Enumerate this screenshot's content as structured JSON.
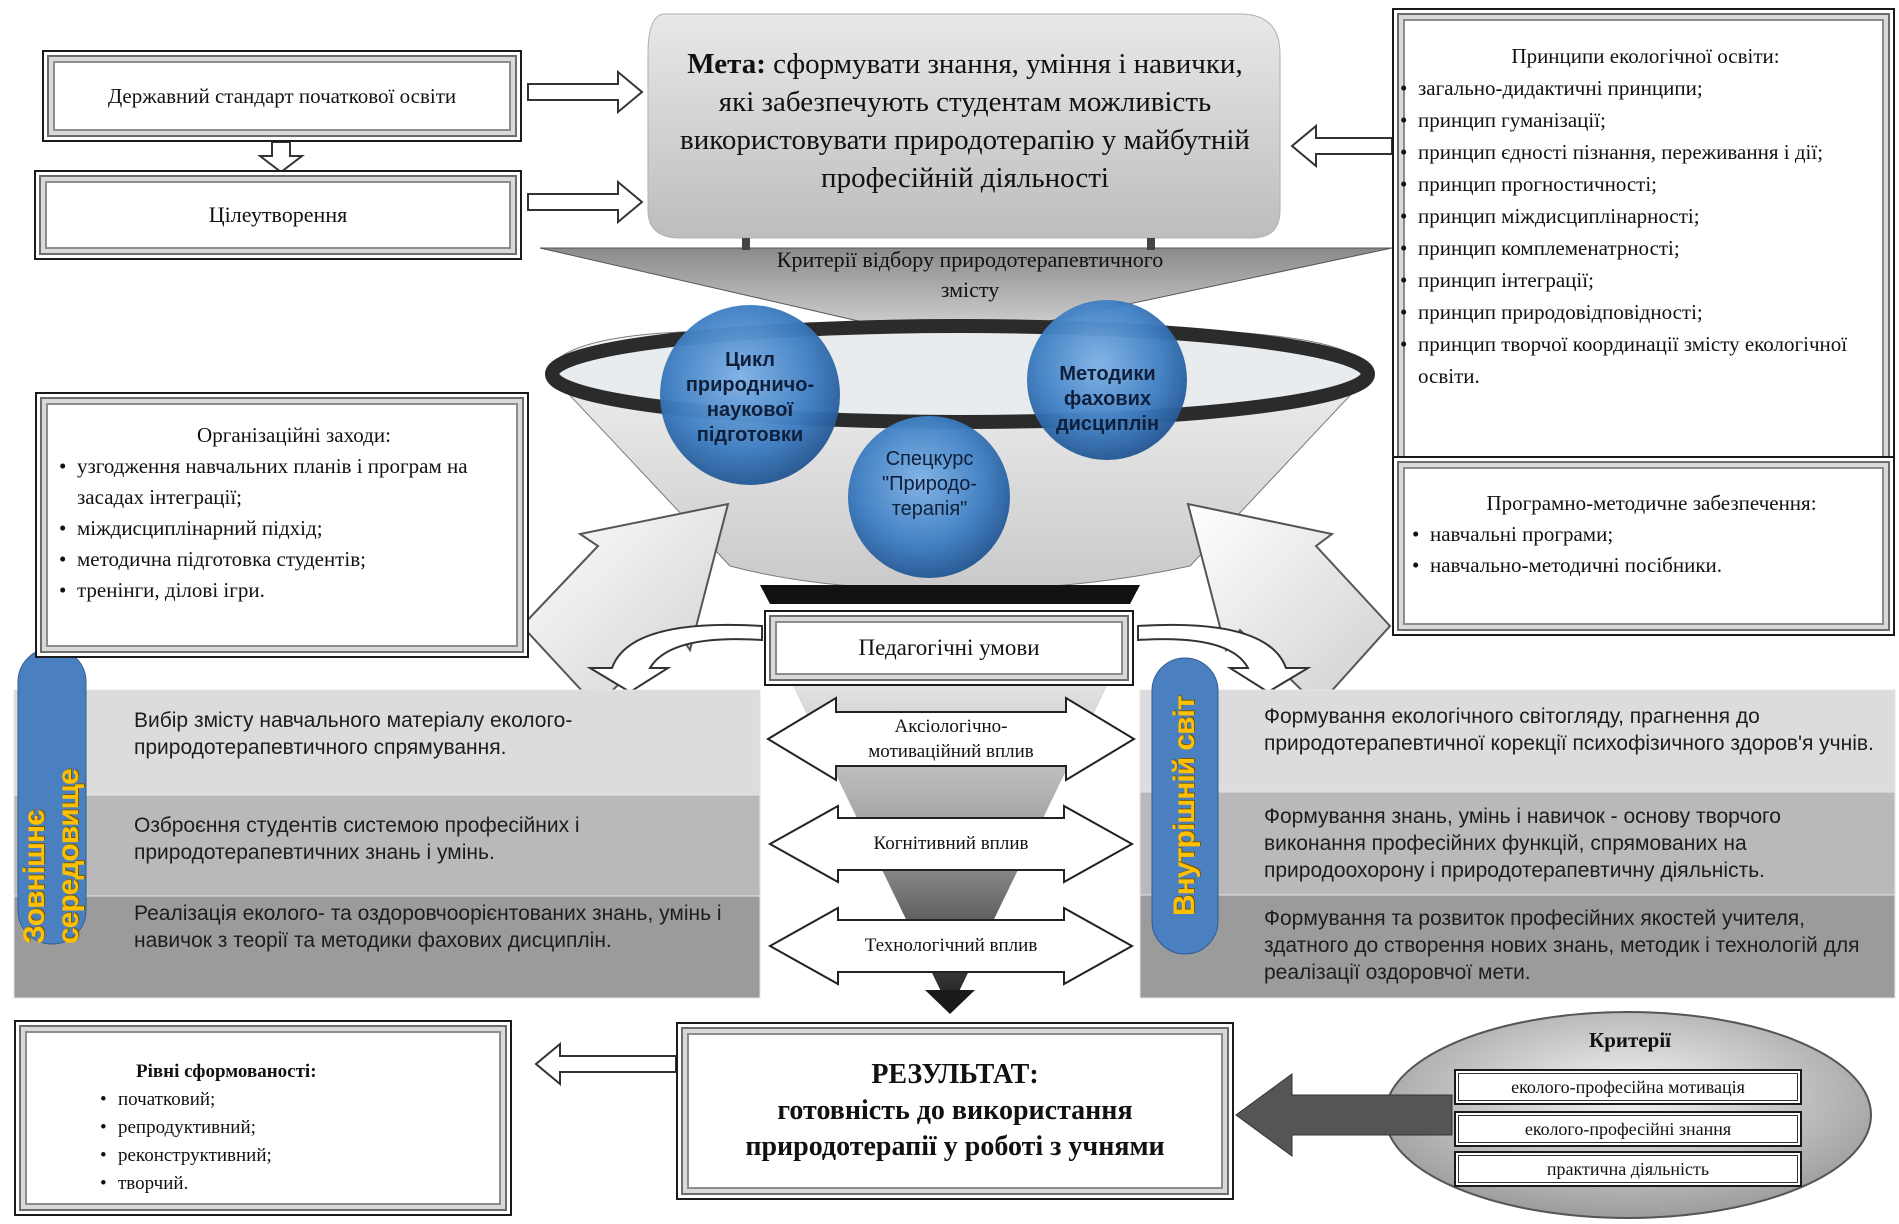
{
  "top_left": {
    "state_standard": "Державний стандарт початкової освіти",
    "goal_setting": "Цілеутворення"
  },
  "goal": {
    "label": "Мета:",
    "text": " сформувати знання, уміння і навички, які забезпечують студентам можливість використовувати природотерапію у майбутній професійній діяльності"
  },
  "criteria_selection": "Критерії відбору природотерапевтичного змісту",
  "principles": {
    "title": "Принципи екологічної освіти:",
    "items": [
      "загально-дидактичні принципи;",
      "принцип гуманізації;",
      "принцип єдності пізнання, переживання і дії;",
      "принцип прогностичності;",
      "принцип міждисциплінарності;",
      "принцип комплеменатрності;",
      "принцип інтеграції;",
      "принцип природовідповідності;",
      "принцип творчої координації змісту екологічної освіти."
    ]
  },
  "spheres": {
    "cycle": "Цикл природничо-наукової підготовки",
    "methods": "Методики фахових дисциплін",
    "special": "Спецкурс \"Природо-терапія\""
  },
  "org_measures": {
    "title": "Організаційні заходи:",
    "items": [
      "узгодження навчальних планів і програм на засадах інтеграції;",
      "міждисциплінарний підхід;",
      "методична підготовка студентів;",
      "тренінги, ділові ігри."
    ]
  },
  "program_support": {
    "title": "Програмно-методичне забезпечення:",
    "items": [
      "навчальні програми;",
      "навчально-методичні посібники."
    ]
  },
  "ped_conditions": "Педагогічні умови",
  "external": {
    "label": "Зовнішнє середовище",
    "items": [
      "Вибір змісту навчального матеріалу еколого-природотерапевтичного спрямування.",
      "Озброєння студентів системою професійних і природотерапевтичних знань і умінь.",
      "Реалізація еколого- та оздоровчоорієнтованих знань, умінь і навичок з теорії та методики фахових дисциплін."
    ]
  },
  "internal": {
    "label": "Внутрішній світ",
    "items": [
      "Формування екологічного світогляду, прагнення до природотерапевтичної корекції психофізичного здоров'я учнів.",
      "Формування знань, умінь і навичок - основу творчого виконання професійних функцій, спрямованих на природоохорону і природотерапевтичну діяльність.",
      "Формування та розвиток професійних якостей учителя, здатного до створення нових знань, методик і технологій для реалізації оздоровчої мети."
    ]
  },
  "influences": [
    "Аксіологічно-мотиваційний вплив",
    "Когнітивний вплив",
    "Технологічний вплив"
  ],
  "levels": {
    "title": "Рівні сформованості:",
    "items": [
      "початковий;",
      "репродуктивний;",
      "реконструктивний;",
      "творчий."
    ]
  },
  "result": {
    "title": "РЕЗУЛЬТАТ:",
    "text": "готовність до використання природотерапії у роботі з учнями"
  },
  "criteria": {
    "title": "Критерії",
    "items": [
      "еколого-професійна мотивація",
      "еколого-професійні знання",
      "практична діяльність"
    ]
  }
}
